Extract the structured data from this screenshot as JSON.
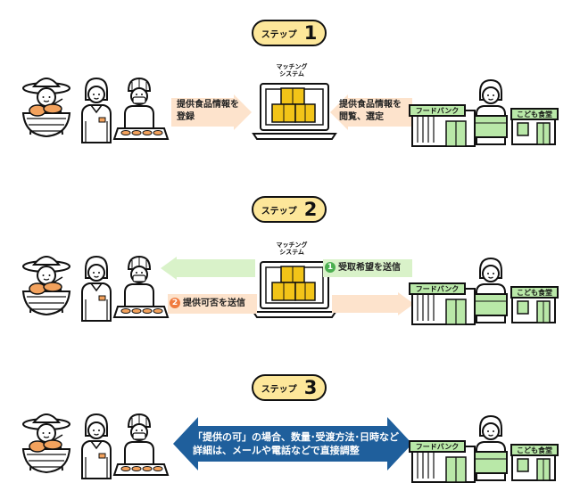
{
  "step1": {
    "step_label": "ステップ",
    "step_number": "1",
    "system_label_line1": "マッチング",
    "system_label_line2": "システム",
    "left_arrow_line1": "提供食品情報を",
    "left_arrow_line2": "登録",
    "right_arrow_line1": "提供食品情報を",
    "right_arrow_line2": "閲覧、選定",
    "foodbank_sign": "フードバンク",
    "kodomo_sign": "こども食堂"
  },
  "step2": {
    "step_label": "ステップ",
    "step_number": "2",
    "system_label_line1": "マッチング",
    "system_label_line2": "システム",
    "request_badge": "1",
    "request_text": "受取希望を送信",
    "reply_badge": "2",
    "reply_text": "提供可否を送信",
    "foodbank_sign": "フードバンク",
    "kodomo_sign": "こども食堂"
  },
  "step3": {
    "step_label": "ステップ",
    "step_number": "3",
    "banner_line1": "「提供の可」の場合、数量･受渡方法･日時など",
    "banner_line2": "詳細は、メールや電話などで直接調整",
    "foodbank_sign": "フードバンク",
    "kodomo_sign": "こども食堂"
  },
  "colors": {
    "pill_fill": "#fde79a",
    "peach_arrow": "#fde3cc",
    "green_arrow": "#d9f2c9",
    "blue_banner": "#1f5f9c",
    "badge_green": "#4caf50",
    "badge_orange": "#f07b3f",
    "sign_green": "#b9e8a8",
    "box_yellow": "#f2c418"
  },
  "icons": [
    "farmer-icon",
    "staff-woman-icon",
    "baker-icon",
    "laptop-icon",
    "cardboard-boxes-icon",
    "volunteer-woman-icon",
    "food-bank-building-icon",
    "kodomo-shokudo-building-icon"
  ]
}
